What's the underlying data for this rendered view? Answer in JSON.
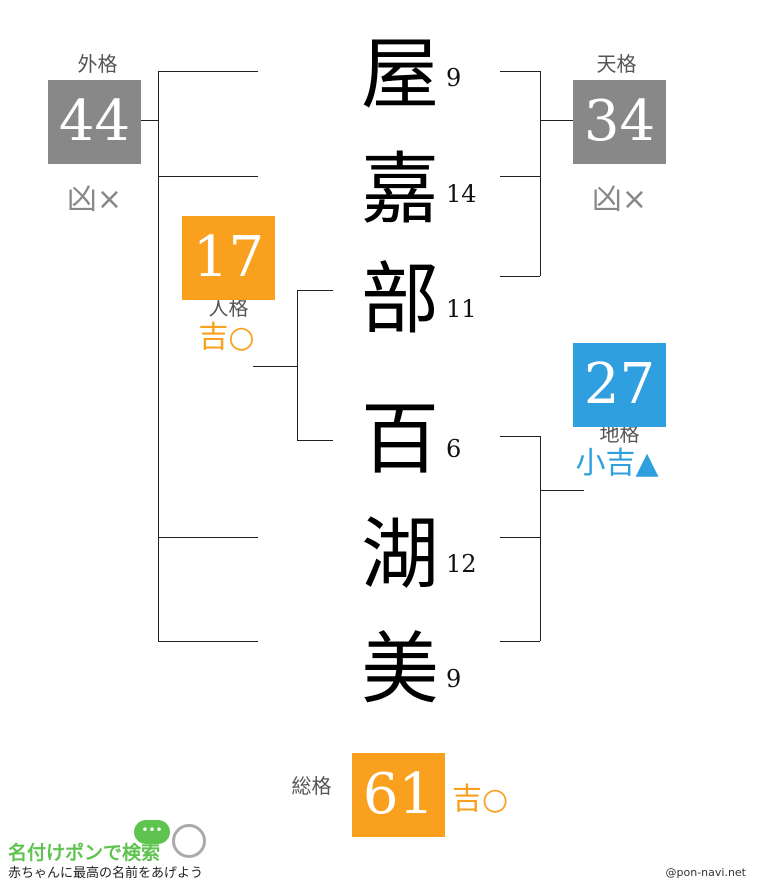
{
  "name": {
    "chars": [
      {
        "c": "屋",
        "s": "9"
      },
      {
        "c": "嘉",
        "s": "14"
      },
      {
        "c": "部",
        "s": "11"
      },
      {
        "c": "百",
        "s": "6"
      },
      {
        "c": "湖",
        "s": "12"
      },
      {
        "c": "美",
        "s": "9"
      }
    ]
  },
  "gaikaku": {
    "label": "外格",
    "value": "44",
    "result": "凶×",
    "color": "#888888"
  },
  "tenkaku": {
    "label": "天格",
    "value": "34",
    "result": "凶×",
    "color": "#888888"
  },
  "jinkaku": {
    "label": "人格",
    "value": "17",
    "result": "吉○",
    "color": "#f9a11f"
  },
  "chikaku": {
    "label": "地格",
    "value": "27",
    "result": "小吉▲",
    "color": "#2f9fdf"
  },
  "soukaku": {
    "label": "総格",
    "value": "61",
    "result": "吉○",
    "color": "#f9a11f"
  },
  "footer": {
    "logo": "名付けポンで検索",
    "tagline": "赤ちゃんに最高の名前をあげよう",
    "credit": "@pon-navi.net"
  }
}
